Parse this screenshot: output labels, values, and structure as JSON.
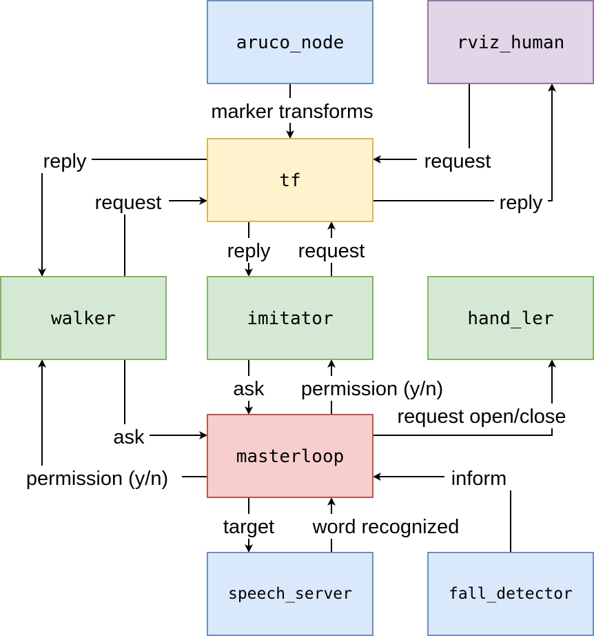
{
  "nodes": {
    "aruco_node": "aruco_node",
    "rviz_human": "rviz_human",
    "tf": "tf",
    "walker": "walker",
    "imitator": "imitator",
    "hand_ler": "hand_ler",
    "masterloop": "masterloop",
    "speech_server": "speech_server",
    "fall_detector": "fall_detector"
  },
  "edges": {
    "aruco_to_tf": "marker transforms",
    "tf_to_walker": "reply",
    "rviz_to_tf": "request",
    "walker_to_tf": "request",
    "tf_to_rviz": "reply",
    "tf_to_imitator": "reply",
    "imitator_to_tf": "request",
    "imitator_to_masterloop": "ask",
    "masterloop_to_imitator": "permission (y/n)",
    "masterloop_to_handler": "request open/close",
    "walker_to_masterloop": "ask",
    "masterloop_to_walker": "permission (y/n)",
    "fall_to_masterloop": "inform",
    "masterloop_to_speech": "target",
    "speech_to_masterloop": "word recognized"
  },
  "colors": {
    "blue_fill": "#dae8fc",
    "blue_stroke": "#6c8ebf",
    "purple_fill": "#e1d5e7",
    "purple_stroke": "#9673a6",
    "yellow_fill": "#fff2cc",
    "yellow_stroke": "#d6b656",
    "green_fill": "#d5e8d4",
    "green_stroke": "#82b366",
    "red_fill": "#f8cecc",
    "red_stroke": "#b85450"
  }
}
